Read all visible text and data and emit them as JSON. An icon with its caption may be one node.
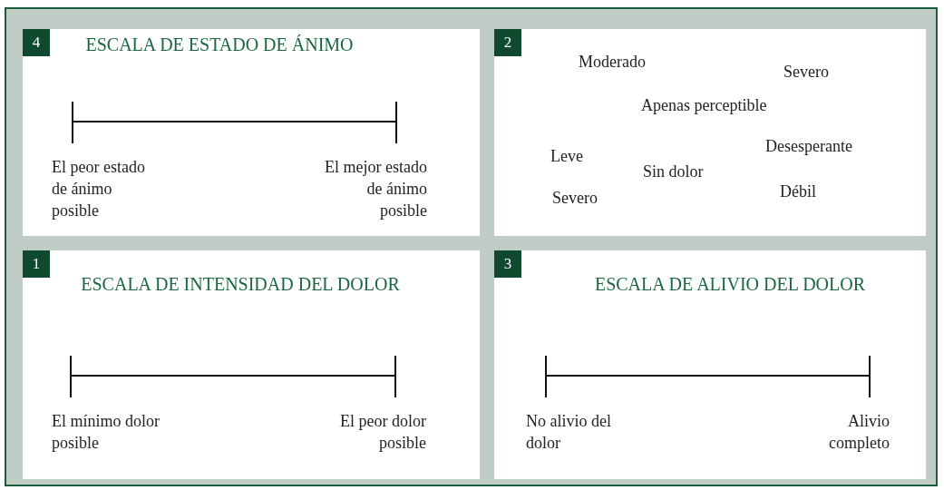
{
  "diagram": {
    "nodes": [
      {
        "text": [
          "4",
          "ESCALA DE ESTADO DE ÁNIMO"
        ]
      },
      {
        "text": [
          "El peor estado de ánimo posible"
        ],
        "in": 0
      },
      {
        "text": [
          "El mejor estado de ánimo posible"
        ],
        "in": 0
      },
      {
        "text": [
          "2"
        ]
      },
      {
        "text": [
          "Moderado"
        ],
        "in": 3
      },
      {
        "text": [
          "Severo"
        ],
        "in": 3
      },
      {
        "text": [
          "Apenas perceptible"
        ],
        "in": 3
      },
      {
        "text": [
          "Desesperante"
        ],
        "in": 3
      },
      {
        "text": [
          "Leve"
        ],
        "in": 3
      },
      {
        "text": [
          "Sin dolor"
        ],
        "in": 3
      },
      {
        "text": [
          "Débil"
        ],
        "in": 3
      },
      {
        "text": [
          "Severo"
        ],
        "in": 3
      },
      {
        "text": [
          "1",
          "ESCALA DE INTENSIDAD DEL DOLOR"
        ]
      },
      {
        "text": [
          "El mínimo dolor posible"
        ],
        "in": 12
      },
      {
        "text": [
          "El peor dolor posible"
        ],
        "in": 12
      },
      {
        "text": [
          "3",
          "ESCALA DE ALIVIO DEL DOLOR"
        ]
      },
      {
        "text": [
          "No alivio del dolor"
        ],
        "in": 15
      },
      {
        "text": [
          "Alivio completo"
        ],
        "in": 15
      }
    ]
  }
}
